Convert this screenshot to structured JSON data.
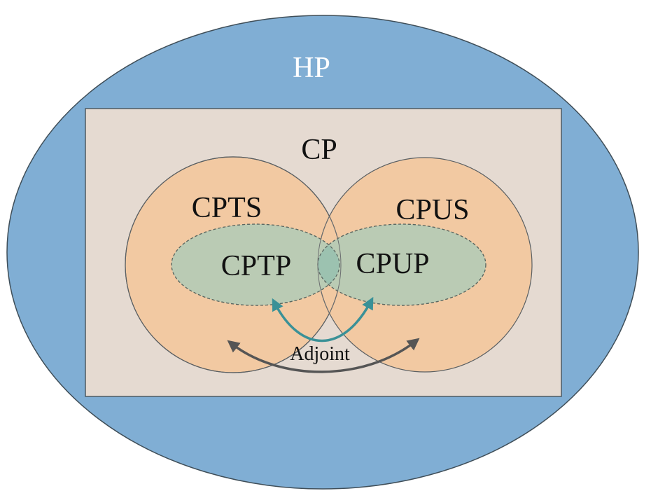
{
  "labels": {
    "hp": "HP",
    "cp": "CP",
    "cpts": "CPTS",
    "cpus": "CPUS",
    "cptp": "CPTP",
    "cpup": "CPUP",
    "adjoint": "Adjoint"
  },
  "colors": {
    "hp_fill": "#80AED4",
    "hp_stroke": "#3F4E58",
    "hp_text": "#FFFFFF",
    "cp_fill": "#E5DAD1",
    "cp_stroke": "#4D5A63",
    "circle_fill": "#F2C9A2",
    "circle_stroke": "#5A5F62",
    "ellipse_fill": "#BACBB4",
    "ellipse_stroke": "#5A6660",
    "overlap_fill": "#9CC2B0",
    "teal_arrow": "#3A9197",
    "gray_arrow": "#555555",
    "text": "#111111"
  }
}
